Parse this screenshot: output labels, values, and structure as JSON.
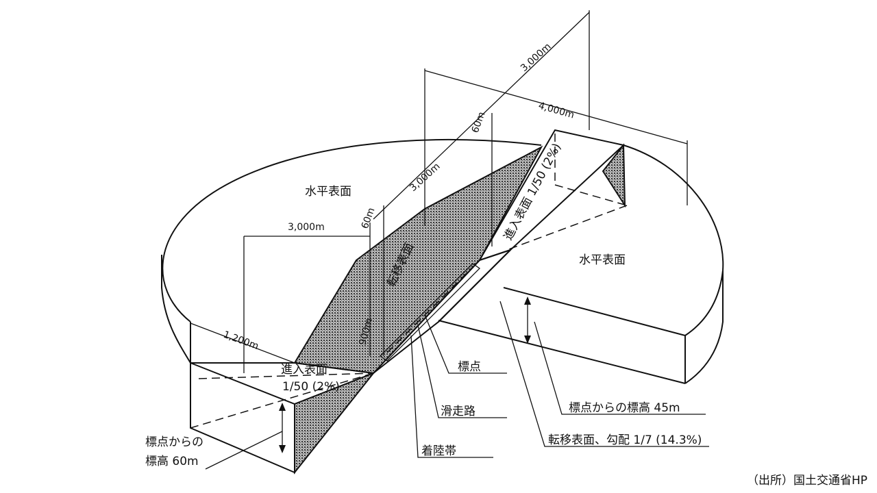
{
  "diagram": {
    "horizontal_surface_left": "水平表面",
    "horizontal_surface_right": "水平表面",
    "transitional_surface": "転移表面",
    "approach_surface_left": "進入表面",
    "approach_slope_left": "1/50 (2%)",
    "approach_surface_right": "進入表面 1/50 (2%)",
    "dims": {
      "d_3000_top": "3,000m",
      "d_4000": "4,000m",
      "d_60_upper": "60m",
      "d_3000_mid": "3,000m",
      "d_60_lower": "60m",
      "d_3000_left": "3,000m",
      "d_1200": "1,200m",
      "d_900": "900m"
    },
    "callouts": {
      "reference_point": "標点",
      "runway": "滑走路",
      "landing_strip": "着陸帯",
      "elevation_45": "標点からの標高 45m",
      "transitional_slope": "転移表面、勾配 1/7 (14.3%)",
      "elevation_60_line1": "標点からの",
      "elevation_60_line2": "標高 60m"
    }
  },
  "source": "（出所）国土交通省HP"
}
